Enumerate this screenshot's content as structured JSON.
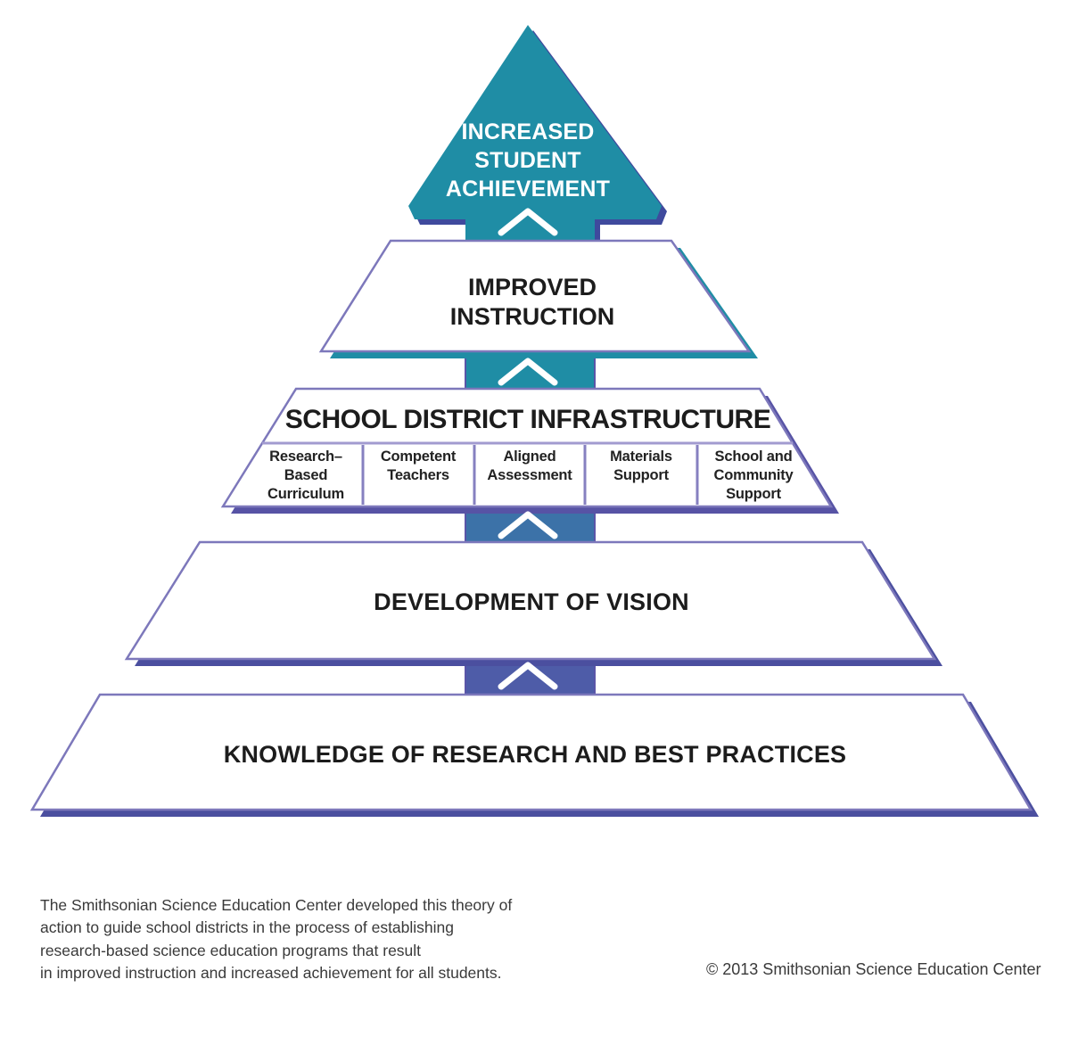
{
  "pyramid": {
    "top_arrow": {
      "label": "INCREASED\nSTUDENT\nACHIEVEMENT"
    },
    "levels": [
      {
        "name": "improved-instruction",
        "label": "IMPROVED\nINSTRUCTION"
      },
      {
        "name": "school-district-infrastructure",
        "label": "SCHOOL DISTRICT INFRASTRUCTURE",
        "items": [
          {
            "label": "Research–\nBased\nCurriculum"
          },
          {
            "label": "Competent\nTeachers"
          },
          {
            "label": "Aligned\nAssessment"
          },
          {
            "label": "Materials\nSupport"
          },
          {
            "label": "School and\nCommunity\nSupport"
          }
        ]
      },
      {
        "name": "development-of-vision",
        "label": "DEVELOPMENT OF VISION"
      },
      {
        "name": "knowledge-of-research",
        "label": "KNOWLEDGE OF RESEARCH AND BEST PRACTICES"
      }
    ],
    "colors": {
      "teal": "#1f8da5",
      "steel_blue": "#3c72a8",
      "indigo": "#4e5ca8",
      "navy_shadow": "#3f4a9d",
      "purple_shadow": "#5753a5",
      "dark_shadow": "#4b4f9f",
      "white": "#ffffff"
    }
  },
  "footer": {
    "caption": "The Smithsonian Science Education Center developed this theory of\naction to guide school districts in the process of establishing\nresearch-based science education programs that result\nin improved instruction and increased achievement for all students.",
    "copyright": "© 2013 Smithsonian Science Education Center"
  }
}
